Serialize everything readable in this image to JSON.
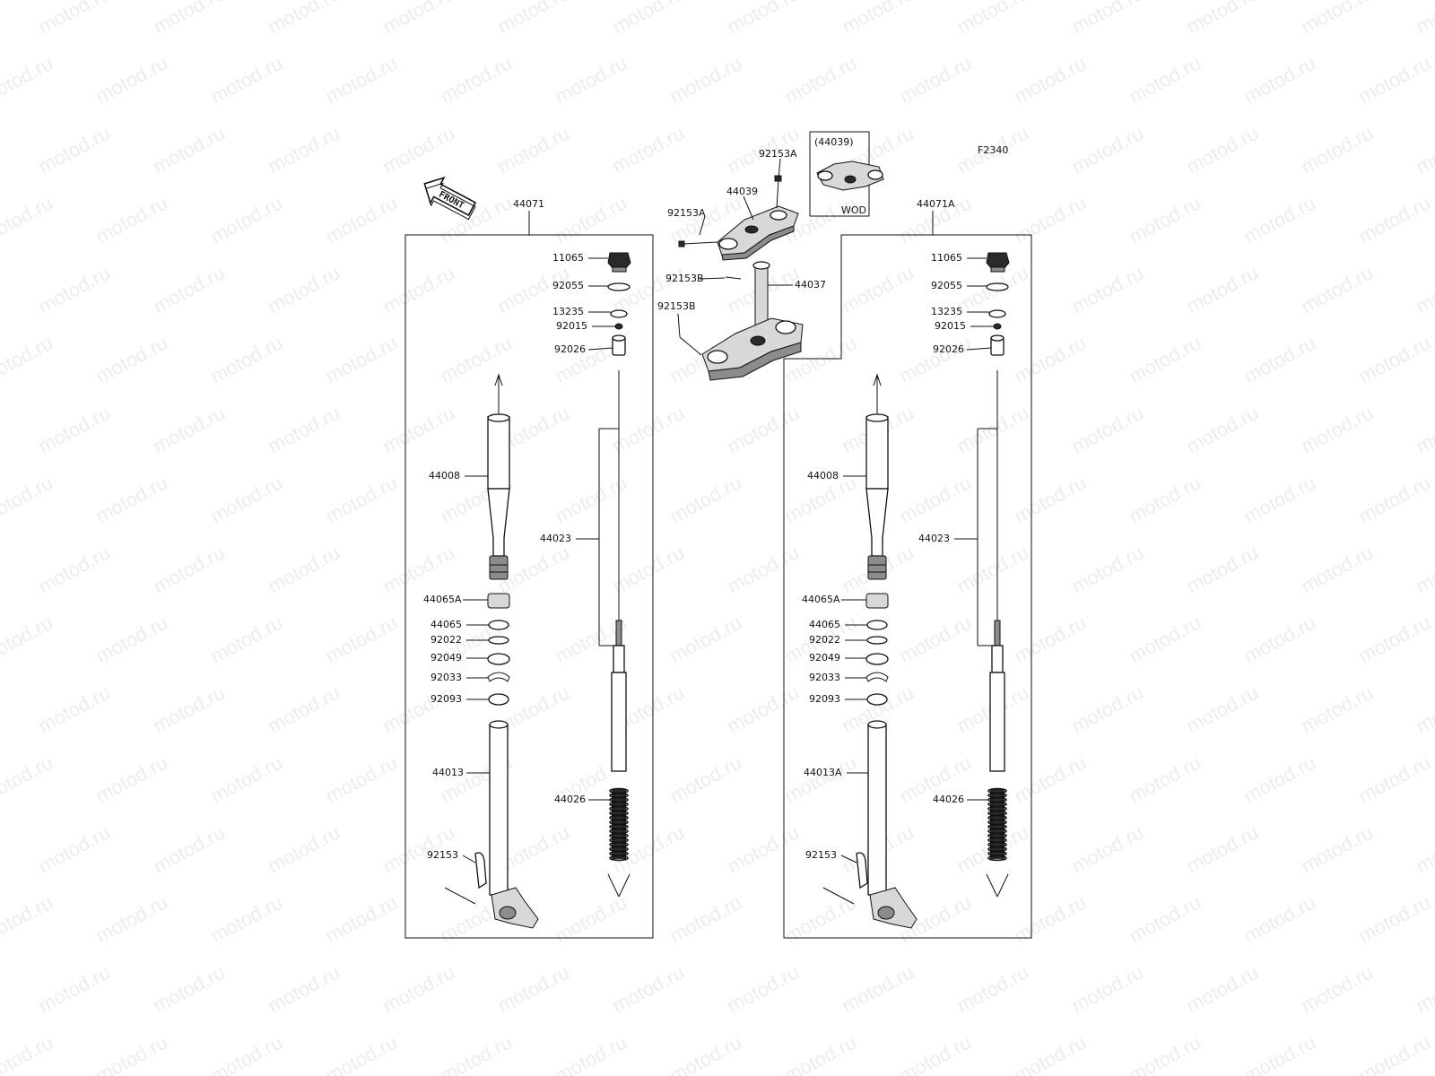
{
  "figure_code": "F2340",
  "front_arrow_label": "FRONT",
  "watermark_text": "motod.ru",
  "upper_clamp": {
    "labels": [
      "92153A",
      "44039",
      "92153A"
    ],
    "inset_ref": "(44039)",
    "inset_caption": "WOD"
  },
  "lower_clamp": {
    "labels": [
      "92153B",
      "44037",
      "92153B"
    ]
  },
  "left_fork": {
    "assembly": "44071",
    "parts": [
      "11065",
      "92055",
      "13235",
      "92015",
      "92026",
      "44008",
      "44023",
      "44065A",
      "44065",
      "92022",
      "92049",
      "92033",
      "92093",
      "44013",
      "44026",
      "92153"
    ]
  },
  "right_fork": {
    "assembly": "44071A",
    "parts": [
      "11065",
      "92055",
      "13235",
      "92015",
      "92026",
      "44008",
      "44023",
      "44065A",
      "44065",
      "92022",
      "92049",
      "92033",
      "92093",
      "44013A",
      "44026",
      "92153"
    ]
  }
}
